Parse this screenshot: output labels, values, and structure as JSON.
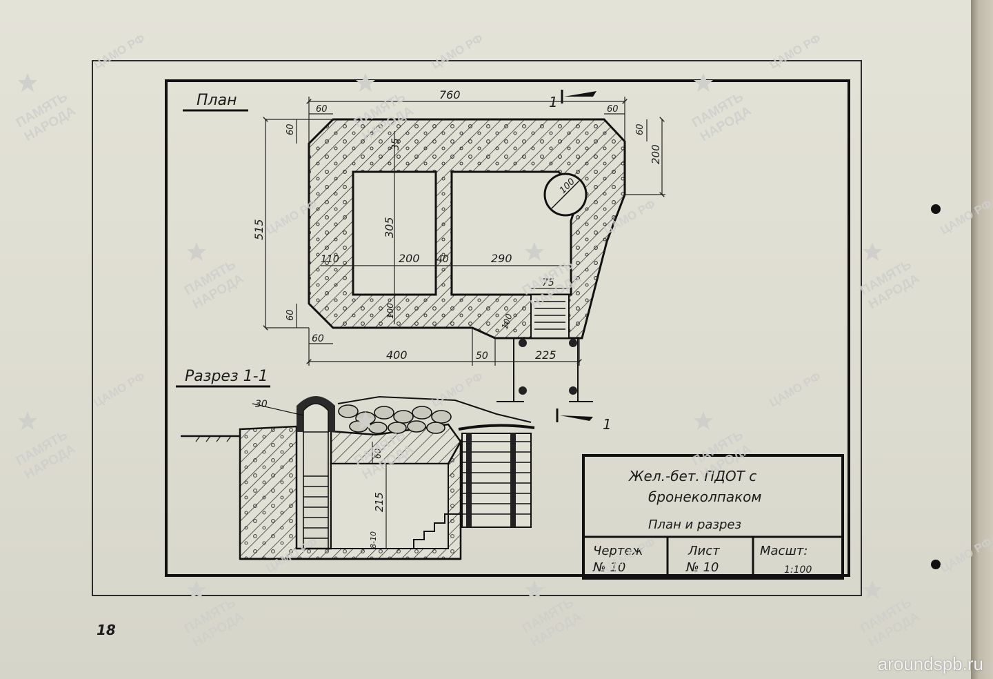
{
  "plan": {
    "title": "План",
    "dims": {
      "overall_width": "760",
      "chamfer_left": "60",
      "chamfer_right": "60",
      "chamfer_top_left_v": "60",
      "chamfer_top_right_v": "60",
      "right_height": "200",
      "overall_height": "515",
      "top_wall": "35",
      "periscope_diameter": "100",
      "left_room_height": "305",
      "left_wall": "110",
      "left_room_width": "200",
      "partition": "40",
      "right_room_width": "290",
      "entry_width": "75",
      "bottom_chamfer_v": "60",
      "bottom_chamfer_h": "60",
      "bottom_wall": "100",
      "step_wall": "100",
      "bottom_left": "400",
      "bottom_mid": "50",
      "bottom_right": "225"
    },
    "section_mark": "1"
  },
  "section": {
    "title": "Разрез 1-1",
    "dims": {
      "dome": "30",
      "roof": "60",
      "height": "215",
      "floor": "8-10"
    },
    "section_mark": "1"
  },
  "title_block": {
    "name_line1": "Жел.-бет. ПДОТ с",
    "name_line2": "бронеколпаком",
    "name_line3": "План и разрез",
    "drawing_label": "Чертеж",
    "drawing_no": "№ 10",
    "sheet_label": "Лист",
    "sheet_no": "№ 10",
    "scale_label": "Масшт:",
    "scale_value": "1:100"
  },
  "page_number": "18",
  "watermarks": {
    "camo": "ЦАМО РФ",
    "pamyat_line1": "ПАМЯТЬ",
    "pamyat_line2": "НАРОДА"
  },
  "site_watermark": "aroundspb.ru"
}
